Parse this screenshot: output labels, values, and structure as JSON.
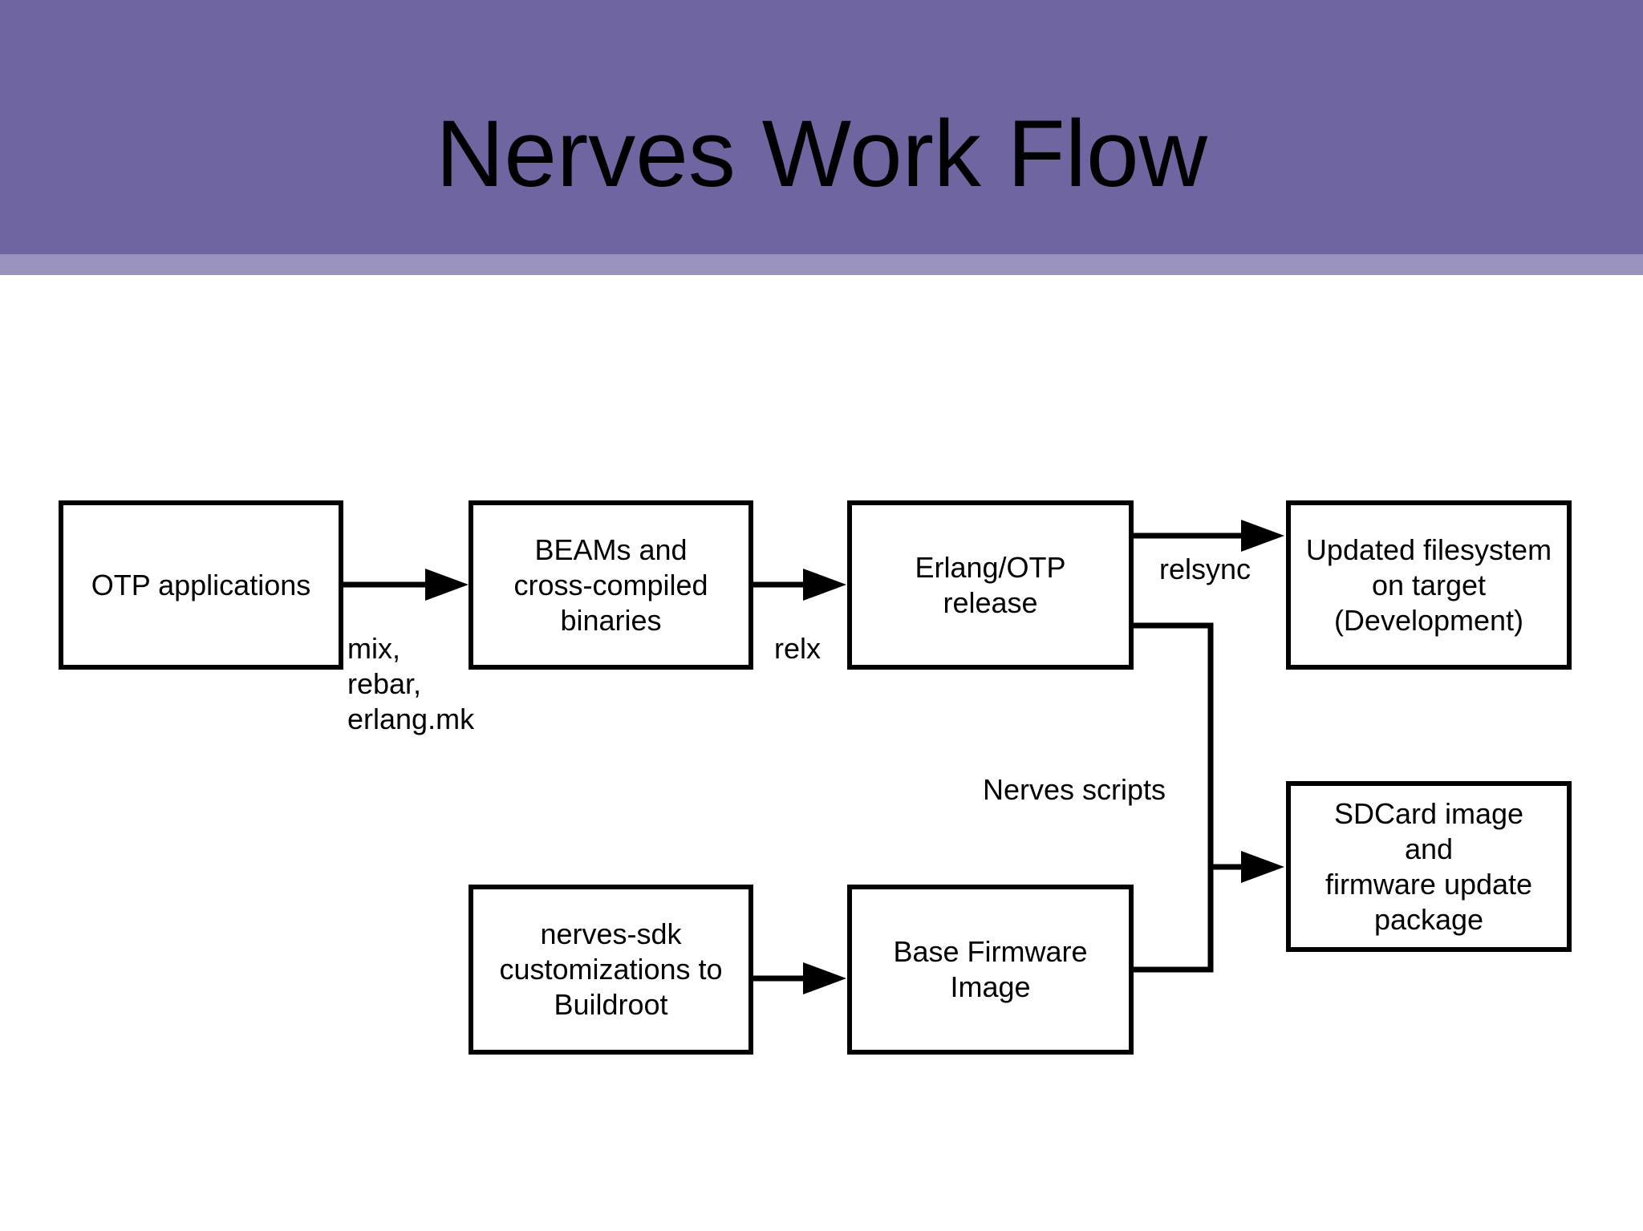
{
  "title": "Nerves Work Flow",
  "colors": {
    "header_band": "#6f65a1",
    "header_strip": "#9a93be",
    "stroke": "#000000",
    "background": "#ffffff"
  },
  "nodes": {
    "otp_applications": "OTP applications",
    "beams_binaries": "BEAMs and\ncross-compiled\nbinaries",
    "erlang_otp_release": "Erlang/OTP\nrelease",
    "updated_filesystem": "Updated filesystem\non target\n(Development)",
    "sdcard_image": "SDCard image\nand\nfirmware update\npackage",
    "nerves_sdk": "nerves-sdk\ncustomizations to\nBuildroot",
    "base_firmware": "Base Firmware\nImage"
  },
  "edge_labels": {
    "mix_rebar": "mix,\nrebar,\nerlang.mk",
    "relx": "relx",
    "relsync": "relsync",
    "nerves_scripts": "Nerves scripts"
  }
}
